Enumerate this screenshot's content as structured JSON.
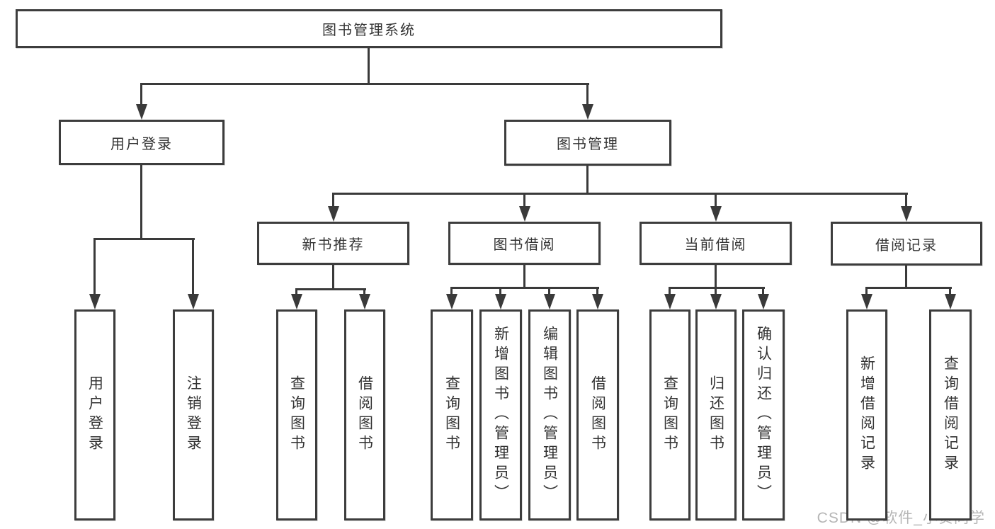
{
  "diagram": {
    "watermark": "CSDN @软件_小贺同学",
    "colors": {
      "background": "#ffffff",
      "box_border": "#3d3d3d",
      "connector_line": "#3a3a3a",
      "text": "#333333",
      "watermark_text": "#aeaeae"
    },
    "nodes": [
      {
        "id": "system",
        "label": "图书管理系统",
        "level": 1,
        "orientation": "horizontal"
      },
      {
        "id": "user-login",
        "label": "用户登录",
        "level": 2,
        "orientation": "horizontal"
      },
      {
        "id": "book-mgmt",
        "label": "图书管理",
        "level": 2,
        "orientation": "horizontal"
      },
      {
        "id": "new-book-rec",
        "label": "新书推荐",
        "level": 3,
        "orientation": "horizontal"
      },
      {
        "id": "book-borrow",
        "label": "图书借阅",
        "level": 3,
        "orientation": "horizontal"
      },
      {
        "id": "current-borrow",
        "label": "当前借阅",
        "level": 3,
        "orientation": "horizontal"
      },
      {
        "id": "borrow-records",
        "label": "借阅记录",
        "level": 3,
        "orientation": "horizontal"
      },
      {
        "id": "leaf-user-login",
        "label": "用户登录",
        "level": 4,
        "orientation": "vertical"
      },
      {
        "id": "leaf-logout",
        "label": "注销登录",
        "level": 4,
        "orientation": "vertical"
      },
      {
        "id": "leaf-query-books-rec",
        "label": "查询图书",
        "level": 4,
        "orientation": "vertical"
      },
      {
        "id": "leaf-borrow-books-rec",
        "label": "借阅图书",
        "level": 4,
        "orientation": "vertical"
      },
      {
        "id": "leaf-query-books-borrow",
        "label": "查询图书",
        "level": 4,
        "orientation": "vertical"
      },
      {
        "id": "leaf-add-books",
        "label": "新增图书（管理员）",
        "level": 4,
        "orientation": "vertical"
      },
      {
        "id": "leaf-edit-books",
        "label": "编辑图书（管理员）",
        "level": 4,
        "orientation": "vertical"
      },
      {
        "id": "leaf-borrow-books",
        "label": "借阅图书",
        "level": 4,
        "orientation": "vertical"
      },
      {
        "id": "leaf-query-books-current",
        "label": "查询图书",
        "level": 4,
        "orientation": "vertical"
      },
      {
        "id": "leaf-return-books",
        "label": "归还图书",
        "level": 4,
        "orientation": "vertical"
      },
      {
        "id": "leaf-confirm-return",
        "label": "确认归还（管理员）",
        "level": 4,
        "orientation": "vertical"
      },
      {
        "id": "leaf-add-borrow-record",
        "label": "新增借阅记录",
        "level": 4,
        "orientation": "vertical"
      },
      {
        "id": "leaf-query-borrow-record",
        "label": "查询借阅记录",
        "level": 4,
        "orientation": "vertical"
      }
    ],
    "edges": [
      {
        "from": "system",
        "to": [
          "user-login",
          "book-mgmt"
        ]
      },
      {
        "from": "user-login",
        "to": [
          "leaf-user-login",
          "leaf-logout"
        ]
      },
      {
        "from": "book-mgmt",
        "to": [
          "new-book-rec",
          "book-borrow",
          "current-borrow",
          "borrow-records"
        ]
      },
      {
        "from": "new-book-rec",
        "to": [
          "leaf-query-books-rec",
          "leaf-borrow-books-rec"
        ]
      },
      {
        "from": "book-borrow",
        "to": [
          "leaf-query-books-borrow",
          "leaf-add-books",
          "leaf-edit-books",
          "leaf-borrow-books"
        ]
      },
      {
        "from": "current-borrow",
        "to": [
          "leaf-query-books-current",
          "leaf-return-books",
          "leaf-confirm-return"
        ]
      },
      {
        "from": "borrow-records",
        "to": [
          "leaf-add-borrow-record",
          "leaf-query-borrow-record"
        ]
      }
    ]
  }
}
